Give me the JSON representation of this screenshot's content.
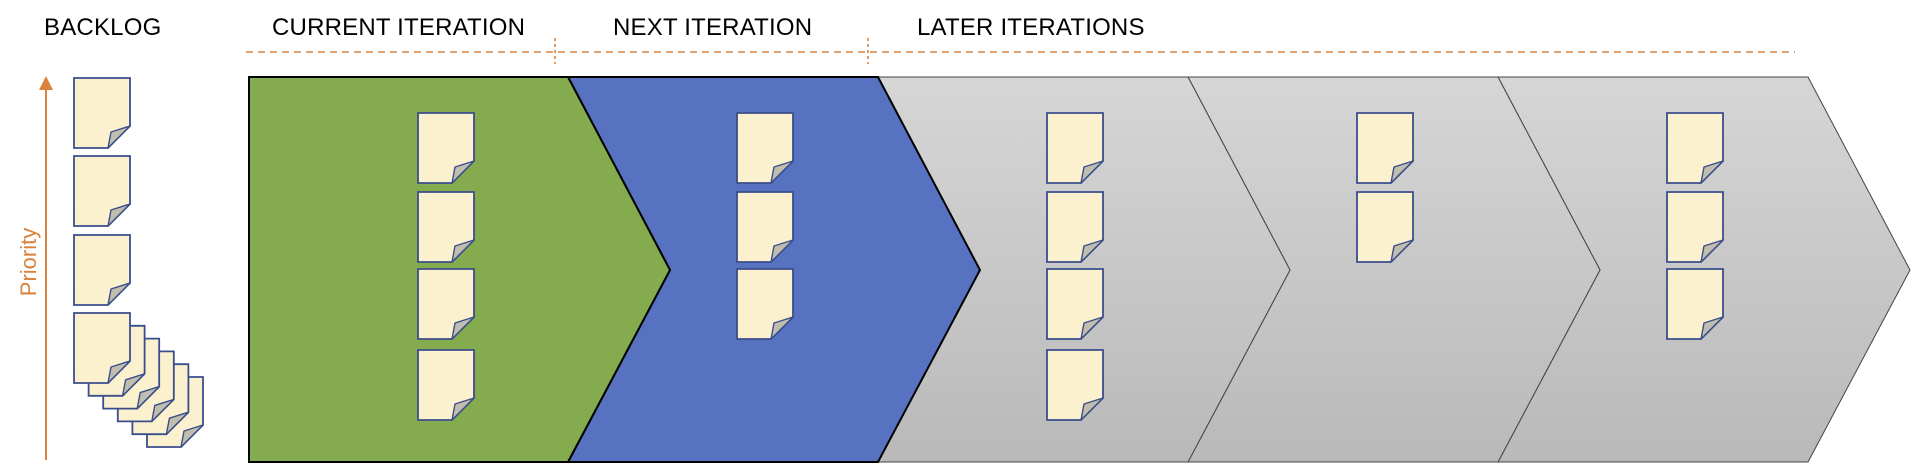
{
  "headers": {
    "backlog": "BACKLOG",
    "current": "CURRENT ITERATION",
    "next": "NEXT ITERATION",
    "later": "LATER ITERATIONS"
  },
  "axis": {
    "label": "Priority"
  },
  "colors": {
    "accent": "#D9833E",
    "current_iteration": "#84AC4F",
    "next_iteration": "#5672C0",
    "later_iteration": "#C4C4C4",
    "card_fill": "#FBF1CF",
    "card_border": "#3B4E8C",
    "card_fold": "#C2BEAE"
  },
  "backlog": {
    "stacked_cards": 3,
    "pile_cards": 6
  },
  "iterations": [
    {
      "kind": "current",
      "cards": 4
    },
    {
      "kind": "next",
      "cards": 3
    },
    {
      "kind": "later",
      "cards": 4
    },
    {
      "kind": "later",
      "cards": 2
    },
    {
      "kind": "later",
      "cards": 3
    }
  ]
}
